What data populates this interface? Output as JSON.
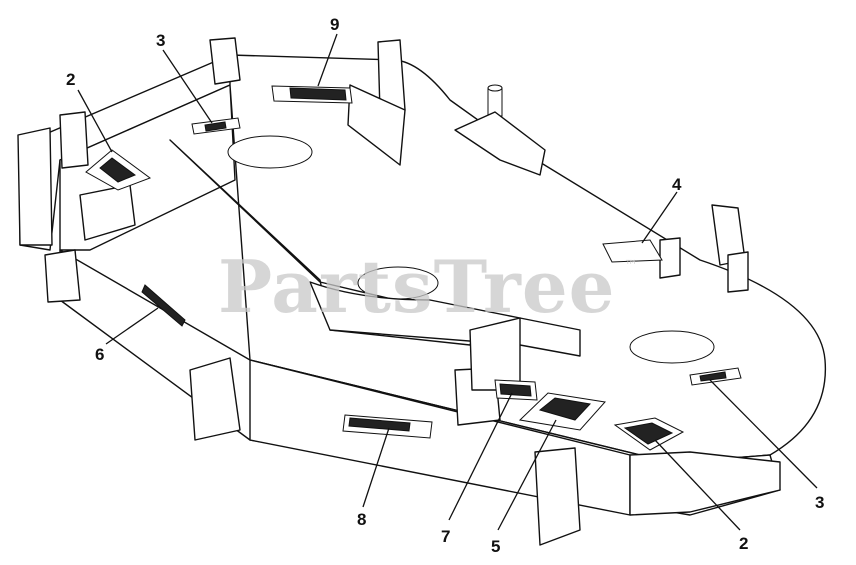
{
  "watermark": {
    "text": "PartsTree",
    "trademark": "™"
  },
  "callouts": [
    {
      "id": "c-9",
      "label": "9"
    },
    {
      "id": "c-3-top",
      "label": "3"
    },
    {
      "id": "c-2-left",
      "label": "2"
    },
    {
      "id": "c-4",
      "label": "4"
    },
    {
      "id": "c-6",
      "label": "6"
    },
    {
      "id": "c-8",
      "label": "8"
    },
    {
      "id": "c-7",
      "label": "7"
    },
    {
      "id": "c-5",
      "label": "5"
    },
    {
      "id": "c-2-right",
      "label": "2"
    },
    {
      "id": "c-3-right",
      "label": "3"
    }
  ],
  "colors": {
    "line": "#111111",
    "background": "#ffffff",
    "watermark": "#c9c9c9"
  }
}
